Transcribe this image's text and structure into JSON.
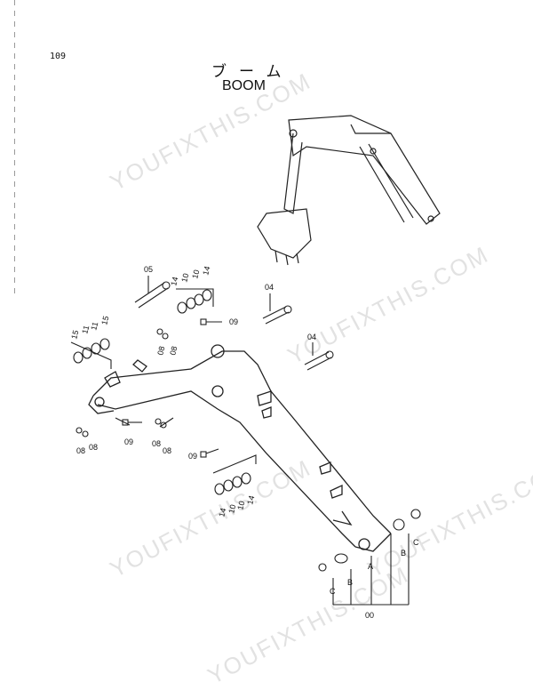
{
  "page": {
    "number": "109"
  },
  "title": {
    "japanese": "ブーム",
    "english": "BOOM"
  },
  "watermark": "YOUFIXTHIS.COM",
  "callouts": {
    "p05": "05",
    "p04a": "04",
    "p04b": "04",
    "p14a": "14",
    "p10a": "10",
    "p10b": "10",
    "p14b": "14",
    "p15a": "15",
    "p11a": "11",
    "p11b": "11",
    "p15b": "15",
    "p09a": "09",
    "p09b": "09",
    "p09c": "09",
    "p08a": "08",
    "p08b": "08",
    "p08c": "08",
    "p08d": "08",
    "p08e": "08",
    "p08f": "08",
    "p14c": "14",
    "p10c": "10",
    "p10d": "10",
    "p14d": "14",
    "pA": "A",
    "pB1": "B",
    "pB2": "B",
    "pC1": "C",
    "pC2": "C",
    "p00": "00"
  }
}
